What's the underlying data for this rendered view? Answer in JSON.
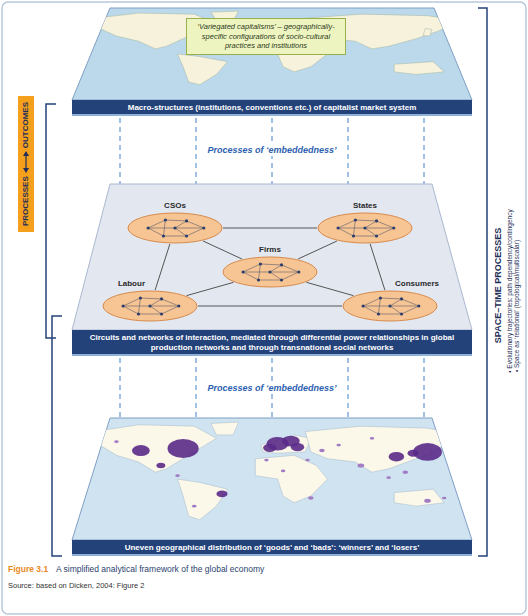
{
  "diagram": {
    "caption": "A simplified analytical framework of the global economy",
    "nodes": [
      {
        "text": [
          "‘Variegated capitalisms’ – geographically-specific configurations of socio-cultural practices and institutions"
        ]
      },
      {
        "text": [
          "Macro-structures (institutions, conventions etc.) of capitalist market system"
        ]
      },
      {
        "text": [
          "CSOs"
        ]
      },
      {
        "text": [
          "States"
        ]
      },
      {
        "text": [
          "Firms"
        ]
      },
      {
        "text": [
          "Labour"
        ]
      },
      {
        "text": [
          "Consumers"
        ]
      },
      {
        "text": [
          "Circuits and networks of interaction, mediated through differential power relationships in global production networks and through transnational social networks"
        ]
      },
      {
        "text": [
          "Uneven geographical distribution of ‘goods’ and ‘bads’: ‘winners’ and ‘losers’"
        ]
      },
      {
        "text": [
          "PROCESSES",
          "OUTCOMES"
        ]
      }
    ],
    "edges": [
      {
        "from": 2,
        "to": 3,
        "arrow": "none"
      },
      {
        "from": 2,
        "to": 4,
        "arrow": "none"
      },
      {
        "from": 2,
        "to": 5,
        "arrow": "none"
      },
      {
        "from": 3,
        "to": 4,
        "arrow": "none"
      },
      {
        "from": 3,
        "to": 6,
        "arrow": "none"
      },
      {
        "from": 4,
        "to": 5,
        "arrow": "none"
      },
      {
        "from": 4,
        "to": 6,
        "arrow": "none"
      },
      {
        "from": 5,
        "to": 6,
        "arrow": "none"
      }
    ],
    "labels": [
      "Processes of ‘embeddedness’",
      "Processes of ‘embeddedness’",
      "SPACE–TIME PROCESSES",
      "• Evolutionary trajectories: path dependency/contingency",
      "• Space as ‘relational’ (topological/multiscalar)",
      "Figure 3.1",
      "Source: based on Dicken, 2004: Figure 2"
    ]
  }
}
